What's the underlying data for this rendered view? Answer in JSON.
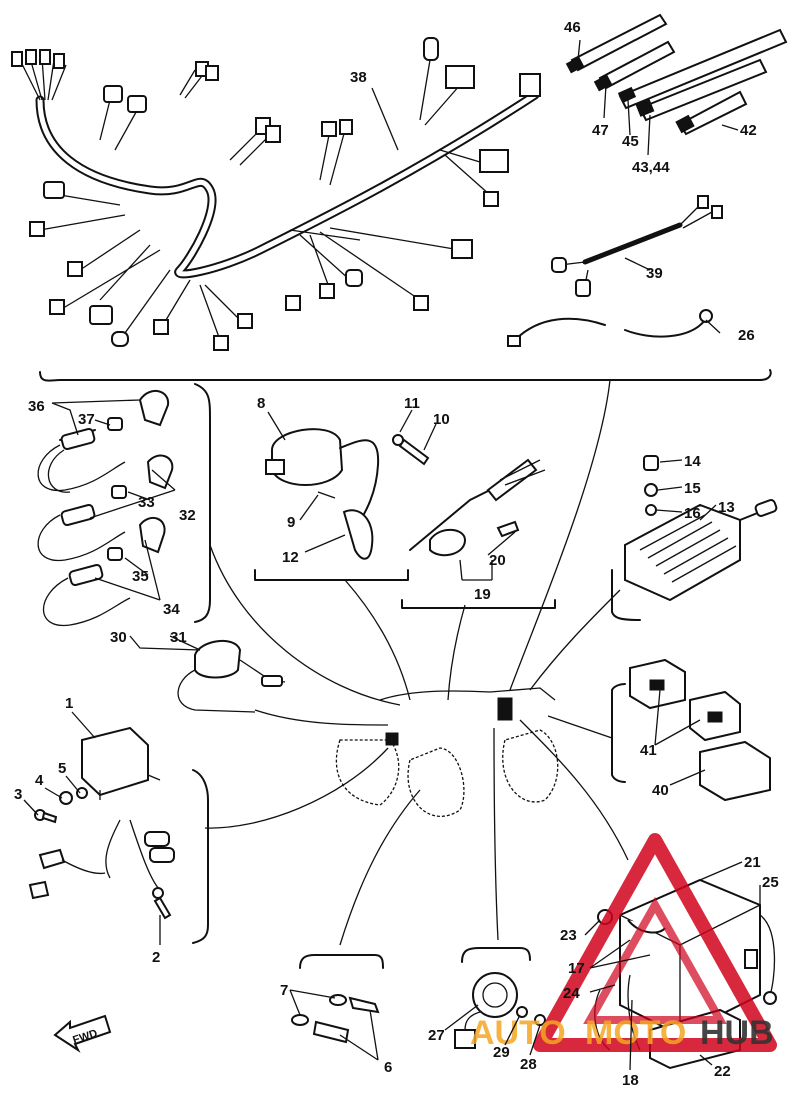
{
  "callouts": {
    "c1": "1",
    "c2": "2",
    "c3": "3",
    "c4": "4",
    "c5": "5",
    "c6": "6",
    "c7": "7",
    "c8": "8",
    "c9": "9",
    "c10": "10",
    "c11": "11",
    "c12": "12",
    "c13": "13",
    "c14": "14",
    "c15": "15",
    "c16": "16",
    "c17": "17",
    "c18": "18",
    "c19": "19",
    "c20": "20",
    "c21": "21",
    "c22": "22",
    "c23": "23",
    "c24": "24",
    "c25": "25",
    "c26": "26",
    "c27": "27",
    "c28": "28",
    "c29": "29",
    "c30": "30",
    "c31": "31",
    "c32": "32",
    "c33": "33",
    "c34": "34",
    "c35": "35",
    "c36": "36",
    "c37": "37",
    "c38": "38",
    "c39": "39",
    "c40": "40",
    "c41": "41",
    "c42": "42",
    "c43_44": "43,44",
    "c45": "45",
    "c46": "46",
    "c47": "47"
  },
  "fwd_arrow": {
    "label": "FWD"
  },
  "watermark": {
    "word_left": "AUTO",
    "word_mid": "MOTO",
    "word_right": "HUB",
    "color_triangle": "#d0021b",
    "color_text": "#f5a623"
  },
  "colors": {
    "ink": "#111111",
    "paper": "#ffffff"
  }
}
